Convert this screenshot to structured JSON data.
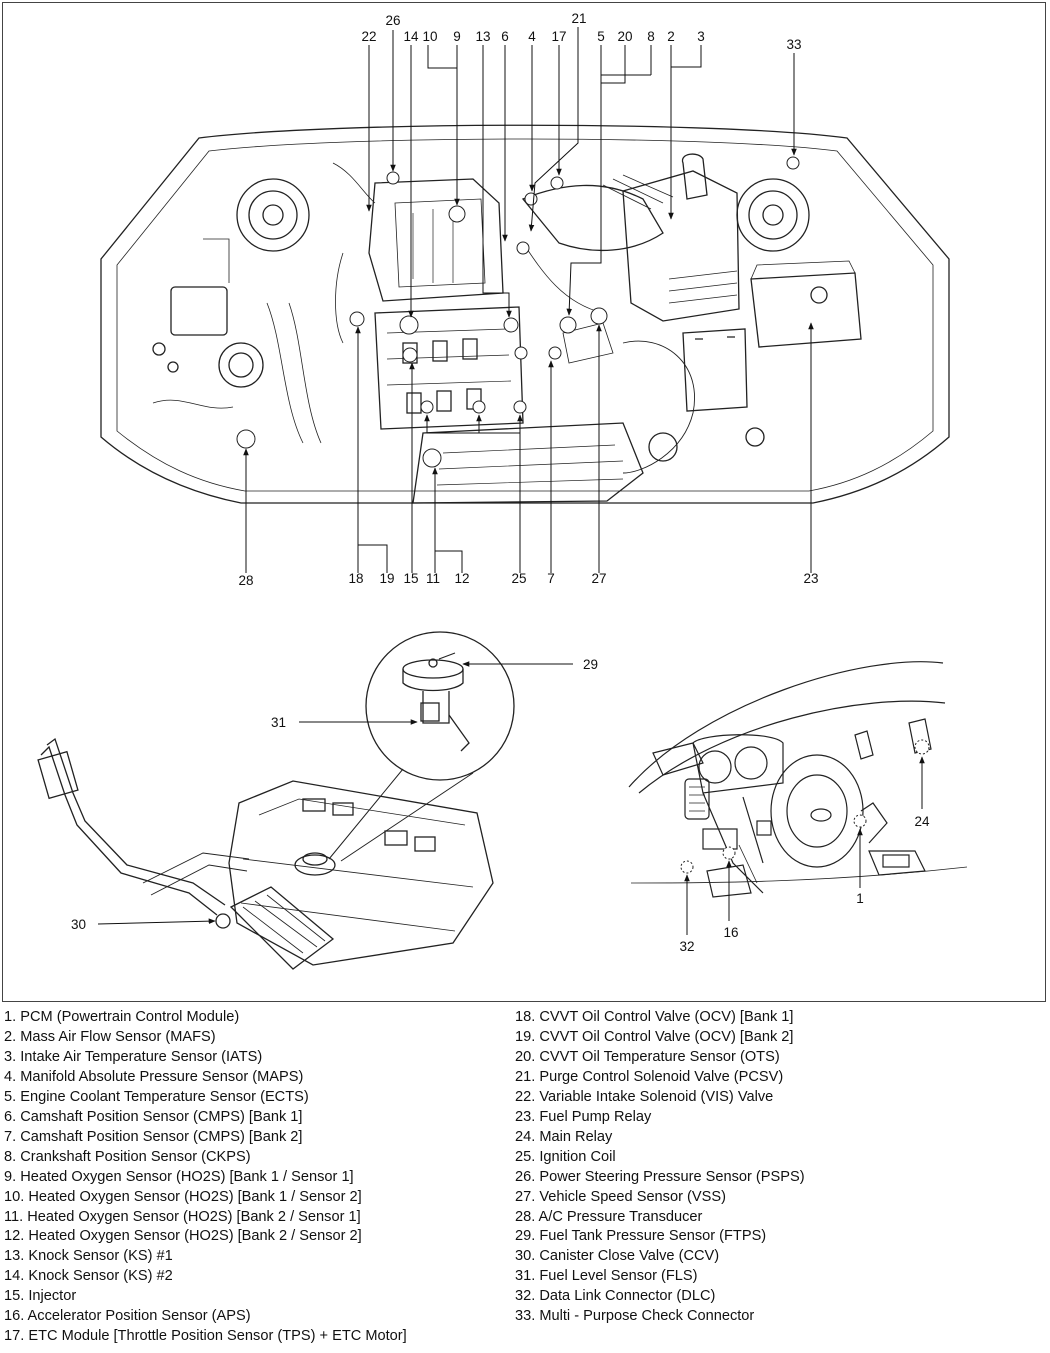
{
  "callouts": {
    "engine_top": [
      "26",
      "22",
      "14",
      "10",
      "9",
      "13",
      "6",
      "4",
      "17",
      "21",
      "5",
      "20",
      "8",
      "2",
      "3",
      "33"
    ],
    "engine_bottom": [
      "28",
      "18",
      "19",
      "15",
      "11",
      "12",
      "25",
      "7",
      "27",
      "23"
    ],
    "fuel": [
      "29",
      "31",
      "30"
    ],
    "cabin": [
      "24",
      "1",
      "16",
      "32"
    ]
  },
  "legend": {
    "left": [
      "1. PCM (Powertrain Control Module)",
      "2. Mass Air Flow Sensor (MAFS)",
      "3. Intake Air Temperature Sensor (IATS)",
      "4. Manifold Absolute Pressure Sensor (MAPS)",
      "5. Engine Coolant Temperature Sensor (ECTS)",
      "6. Camshaft Position Sensor (CMPS) [Bank 1]",
      "7. Camshaft Position Sensor (CMPS) [Bank 2]",
      "8. Crankshaft Position Sensor (CKPS)",
      "9. Heated Oxygen Sensor (HO2S) [Bank 1 / Sensor 1]",
      "10. Heated Oxygen Sensor (HO2S) [Bank 1 / Sensor 2]",
      "11. Heated Oxygen Sensor (HO2S) [Bank 2 / Sensor 1]",
      "12. Heated Oxygen Sensor (HO2S) [Bank 2 / Sensor 2]",
      "13. Knock Sensor (KS) #1",
      "14. Knock Sensor (KS) #2",
      "15. Injector",
      "16. Accelerator Position Sensor (APS)",
      "17. ETC Module [Throttle Position Sensor (TPS) + ETC Motor]"
    ],
    "right": [
      "18. CVVT Oil Control Valve (OCV) [Bank 1]",
      "19. CVVT Oil Control Valve (OCV) [Bank 2]",
      "20. CVVT Oil Temperature Sensor (OTS)",
      "21. Purge Control Solenoid Valve (PCSV)",
      "22. Variable Intake Solenoid (VIS) Valve",
      "23. Fuel Pump Relay",
      "24. Main Relay",
      "25. Ignition Coil",
      "26. Power Steering Pressure Sensor (PSPS)",
      "27. Vehicle Speed Sensor (VSS)",
      "28. A/C Pressure Transducer",
      "29. Fuel Tank Pressure Sensor (FTPS)",
      "30. Canister Close Valve (CCV)",
      "31. Fuel Level Sensor (FLS)",
      "32. Data Link Connector (DLC)",
      "33. Multi - Purpose Check Connector"
    ]
  }
}
